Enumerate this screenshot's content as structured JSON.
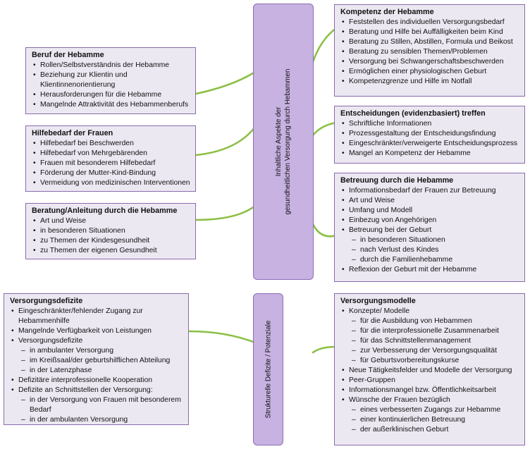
{
  "colors": {
    "box_fill": "#ece8f2",
    "box_border": "#8a6aac",
    "pill_fill": "#c7b2e2",
    "connector": "#8cbf45"
  },
  "center_top": {
    "line1": "Inhaltliche Aspekte der",
    "line2": "gesundheitlichen Versorgung durch  Hebammen"
  },
  "center_bottom": {
    "label": "Strukturelle Defizite / Potenziale"
  },
  "boxes": {
    "beruf": {
      "title": "Beruf der Hebamme",
      "items": [
        "Rollen/Selbstverständnis der Hebamme",
        "Beziehung zur Klientin und Klientinnenorientierung",
        "Herausforderungen für die Hebamme",
        "Mangelnde Attraktivität des Hebammenberufs"
      ]
    },
    "hilfebedarf": {
      "title": "Hilfebedarf der Frauen",
      "items": [
        "Hilfebedarf bei Beschwerden",
        "Hilfebedarf von Mehrgebärenden",
        "Frauen mit besonderem Hilfebedarf",
        "Förderung der Mutter-Kind-Bindung",
        "Vermeidung von medizinischen Interventionen"
      ]
    },
    "beratung": {
      "title": "Beratung/Anleitung durch die Hebamme",
      "items": [
        "Art und Weise",
        "in besonderen Situationen",
        "zu Themen der Kindesgesundheit",
        "zu Themen der eigenen Gesundheit"
      ]
    },
    "kompetenz": {
      "title": "Kompetenz der Hebamme",
      "items": [
        "Feststellen des individuellen Versorgungsbedarf",
        "Beratung und Hilfe bei Auffälligkeiten beim Kind",
        "Beratung zu Stillen, Abstillen, Formula und Beikost",
        "Beratung zu sensiblen Themen/Problemen",
        "Versorgung bei Schwangerschaftsbeschwerden",
        "Ermöglichen einer physiologischen Geburt",
        "Kompetenzgrenze und Hilfe im Notfall"
      ]
    },
    "entscheidungen": {
      "title": "Entscheidungen (evidenzbasiert) treffen",
      "items": [
        "Schriftliche Informationen",
        "Prozessgestaltung der Entscheidungsfindung",
        "Eingeschränkter/verweigerte Entscheidungsprozess",
        "Mangel an Kompetenz der Hebamme"
      ]
    },
    "betreuung": {
      "title": "Betreuung durch die Hebamme",
      "items": [
        "Informationsbedarf der Frauen zur Betreuung",
        "Art und Weise",
        "Umfang und Modell",
        "Einbezug von Angehörigen",
        "Betreuung bei der Geburt"
      ],
      "sub_geburt": [
        "in besonderen Situationen",
        "nach Verlust des Kindes",
        "durch die Familienhebamme"
      ],
      "last": "Reflexion der Geburt mit der Hebamme"
    },
    "defizite": {
      "title": "Versorgungsdefizite",
      "items": [
        "Eingeschränkter/fehlender Zugang zur Hebammenhilfe",
        "Mangelnde Verfügbarkeit von Leistungen",
        "Versorgungsdefizite"
      ],
      "sub_defizite": [
        "in ambulanter Versorgung",
        "im Kreißsaal/der geburtshilflichen Abteilung",
        "in der Latenzphase"
      ],
      "item_kooperation": "Defizitäre interprofessionelle Kooperation",
      "item_schnittstellen": "Defizite an Schnittstellen der Versorgung:",
      "sub_schnittstellen": [
        "in der Versorgung von Frauen mit besonderem Bedarf",
        "in der ambulanten Versorgung"
      ]
    },
    "modelle": {
      "title": "Versorgungsmodelle",
      "item_konzepte": "Konzepte/ Modelle",
      "sub_konzepte": [
        "für die Ausbildung von Hebammen",
        "für die interprofessionelle Zusammenarbeit",
        "für das Schnittstellenmanagement",
        "zur Verbesserung der Versorgungsqualität",
        "für Geburtsvorbereitungskurse"
      ],
      "items_mid": [
        "Neue Tätigkeitsfelder und Modelle der Versorgung",
        "Peer-Gruppen",
        "Informationsmangel bzw. Öffentlichkeitsarbeit",
        "Wünsche der Frauen bezüglich"
      ],
      "sub_wuensche": [
        "eines verbesserten Zugangs zur Hebamme",
        "einer kontinuierlichen Betreuung",
        "der außerklinischen Geburt"
      ]
    }
  }
}
